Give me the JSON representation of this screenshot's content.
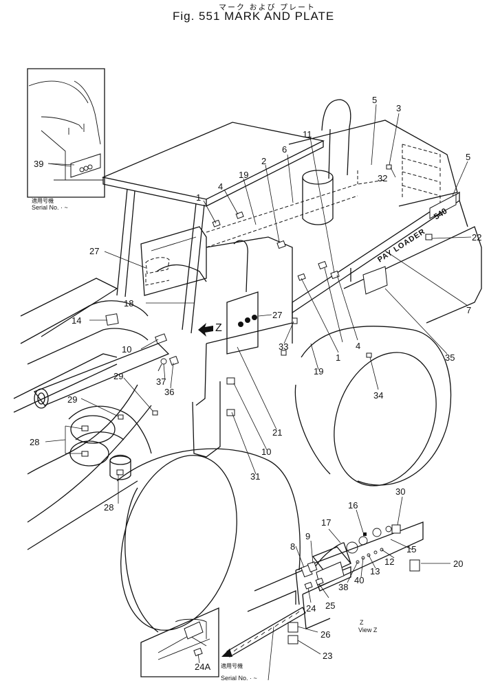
{
  "header": {
    "subtitle_jp": "マーク および プレート",
    "title": "Fig. 551  MARK AND PLATE"
  },
  "inset_top": {
    "serial_jp": "適用号機",
    "serial_en": "Serial No.  · ~"
  },
  "inset_bottom": {
    "serial_jp": "適用号機",
    "serial_en": "Serial No.  · ~"
  },
  "view_z": {
    "letter": "Z",
    "label": "View Z"
  },
  "machine": {
    "decal_text": "PAY LOADER",
    "model_text": "540",
    "arrow_letter": "Z"
  },
  "callouts": [
    {
      "id": "c1a",
      "label": "1"
    },
    {
      "id": "c1b",
      "label": "1"
    },
    {
      "id": "c2",
      "label": "2"
    },
    {
      "id": "c3",
      "label": "3"
    },
    {
      "id": "c4a",
      "label": "4"
    },
    {
      "id": "c4b",
      "label": "4"
    },
    {
      "id": "c5a",
      "label": "5"
    },
    {
      "id": "c5b",
      "label": "5"
    },
    {
      "id": "c6",
      "label": "6"
    },
    {
      "id": "c7",
      "label": "7"
    },
    {
      "id": "c8",
      "label": "8"
    },
    {
      "id": "c9",
      "label": "9"
    },
    {
      "id": "c10a",
      "label": "10"
    },
    {
      "id": "c10b",
      "label": "10"
    },
    {
      "id": "c11",
      "label": "11"
    },
    {
      "id": "c12",
      "label": "12"
    },
    {
      "id": "c13",
      "label": "13"
    },
    {
      "id": "c14",
      "label": "14"
    },
    {
      "id": "c15",
      "label": "15"
    },
    {
      "id": "c16",
      "label": "16"
    },
    {
      "id": "c17",
      "label": "17"
    },
    {
      "id": "c18",
      "label": "18"
    },
    {
      "id": "c19a",
      "label": "19"
    },
    {
      "id": "c19b",
      "label": "19"
    },
    {
      "id": "c20",
      "label": "20"
    },
    {
      "id": "c21",
      "label": "21"
    },
    {
      "id": "c22",
      "label": "22"
    },
    {
      "id": "c23",
      "label": "23"
    },
    {
      "id": "c24",
      "label": "24"
    },
    {
      "id": "c24A",
      "label": "24A"
    },
    {
      "id": "c25",
      "label": "25"
    },
    {
      "id": "c26",
      "label": "26"
    },
    {
      "id": "c27a",
      "label": "27"
    },
    {
      "id": "c27b",
      "label": "27"
    },
    {
      "id": "c28a",
      "label": "28"
    },
    {
      "id": "c28b",
      "label": "28"
    },
    {
      "id": "c29a",
      "label": "29"
    },
    {
      "id": "c29b",
      "label": "29"
    },
    {
      "id": "c30",
      "label": "30"
    },
    {
      "id": "c31",
      "label": "31"
    },
    {
      "id": "c32",
      "label": "32"
    },
    {
      "id": "c33",
      "label": "33"
    },
    {
      "id": "c34",
      "label": "34"
    },
    {
      "id": "c35",
      "label": "35"
    },
    {
      "id": "c36",
      "label": "36"
    },
    {
      "id": "c37",
      "label": "37"
    },
    {
      "id": "c38",
      "label": "38"
    },
    {
      "id": "c39",
      "label": "39"
    },
    {
      "id": "c40",
      "label": "40"
    }
  ]
}
